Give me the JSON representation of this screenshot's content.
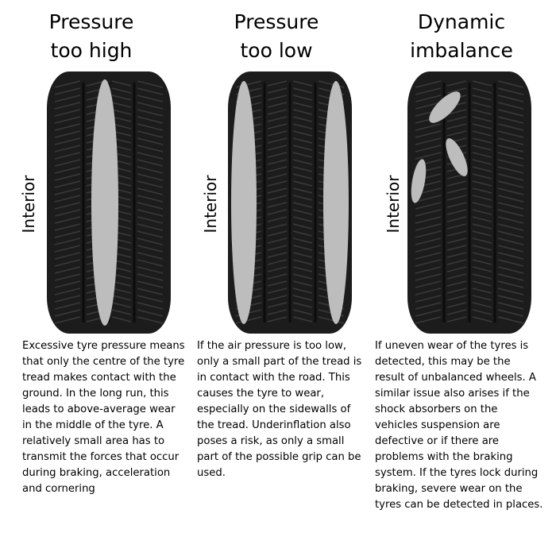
{
  "interior_label": "Interior",
  "panels": [
    {
      "title": "Pressure\ntoo high",
      "wear": "centre",
      "description": "Excessive tyre pressure means that only the centre of the tyre tread makes contact with the ground. In the long run, this leads to above-average wear in the middle of the tyre. A relatively small area has to transmit the forces that occur during braking, acceleration and cornering"
    },
    {
      "title": "Pressure\ntoo low",
      "wear": "edges",
      "description": "If the air pressure is too low, only a small part of the tread is in contact with the road. This causes the tyre to wear, especially on the sidewalls of the tread. Underinflation also poses a risk, as only a small part of the possible grip can be used."
    },
    {
      "title": "Dynamic\nimbalance",
      "wear": "patches",
      "description": "If uneven wear of the tyres is detected, this may be the result of unbalanced wheels. A similar issue also arises if the shock absorbers on the vehicles suspension are defective or if there are problems with the braking system. If the tyres lock during braking, severe wear on the tyres can be detected in places."
    }
  ],
  "colors": {
    "tyre_body": "#1c1c1c",
    "tread_line": "#3a3a3a",
    "wear_area": "#bdbdbd"
  }
}
